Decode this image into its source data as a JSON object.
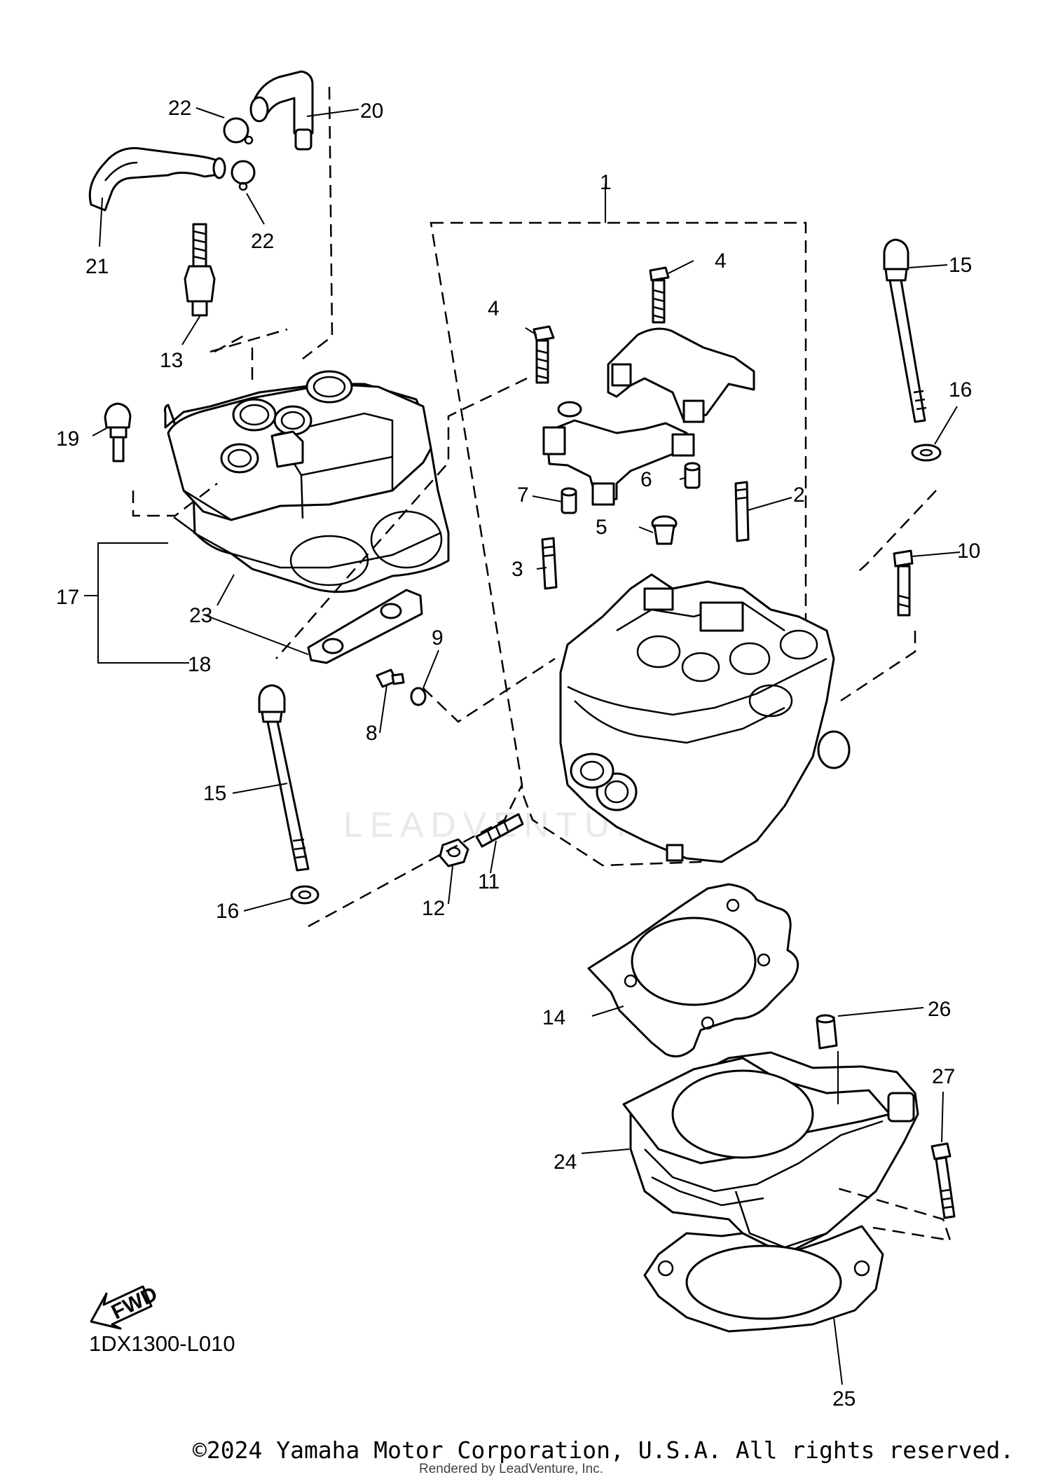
{
  "diagram": {
    "code": "1DX1300-L010",
    "fwd_label": "FWD",
    "watermark": "LEADVENTURE",
    "copyright": "©2024 Yamaha Motor Corporation, U.S.A. All rights reserved.",
    "rendered_by": "Rendered by LeadVenture, Inc."
  },
  "callouts": {
    "c1": "1",
    "c2": "2",
    "c3": "3",
    "c4a": "4",
    "c4b": "4",
    "c5": "5",
    "c6": "6",
    "c7": "7",
    "c8": "8",
    "c9": "9",
    "c10": "10",
    "c11": "11",
    "c12": "12",
    "c13": "13",
    "c14": "14",
    "c15a": "15",
    "c15b": "15",
    "c16a": "16",
    "c16b": "16",
    "c17": "17",
    "c18": "18",
    "c19": "19",
    "c20": "20",
    "c21": "21",
    "c22a": "22",
    "c22b": "22",
    "c23": "23",
    "c24": "24",
    "c25": "25",
    "c26": "26",
    "c27": "27"
  },
  "icons": {
    "fwd": "fwd-arrow-icon"
  }
}
